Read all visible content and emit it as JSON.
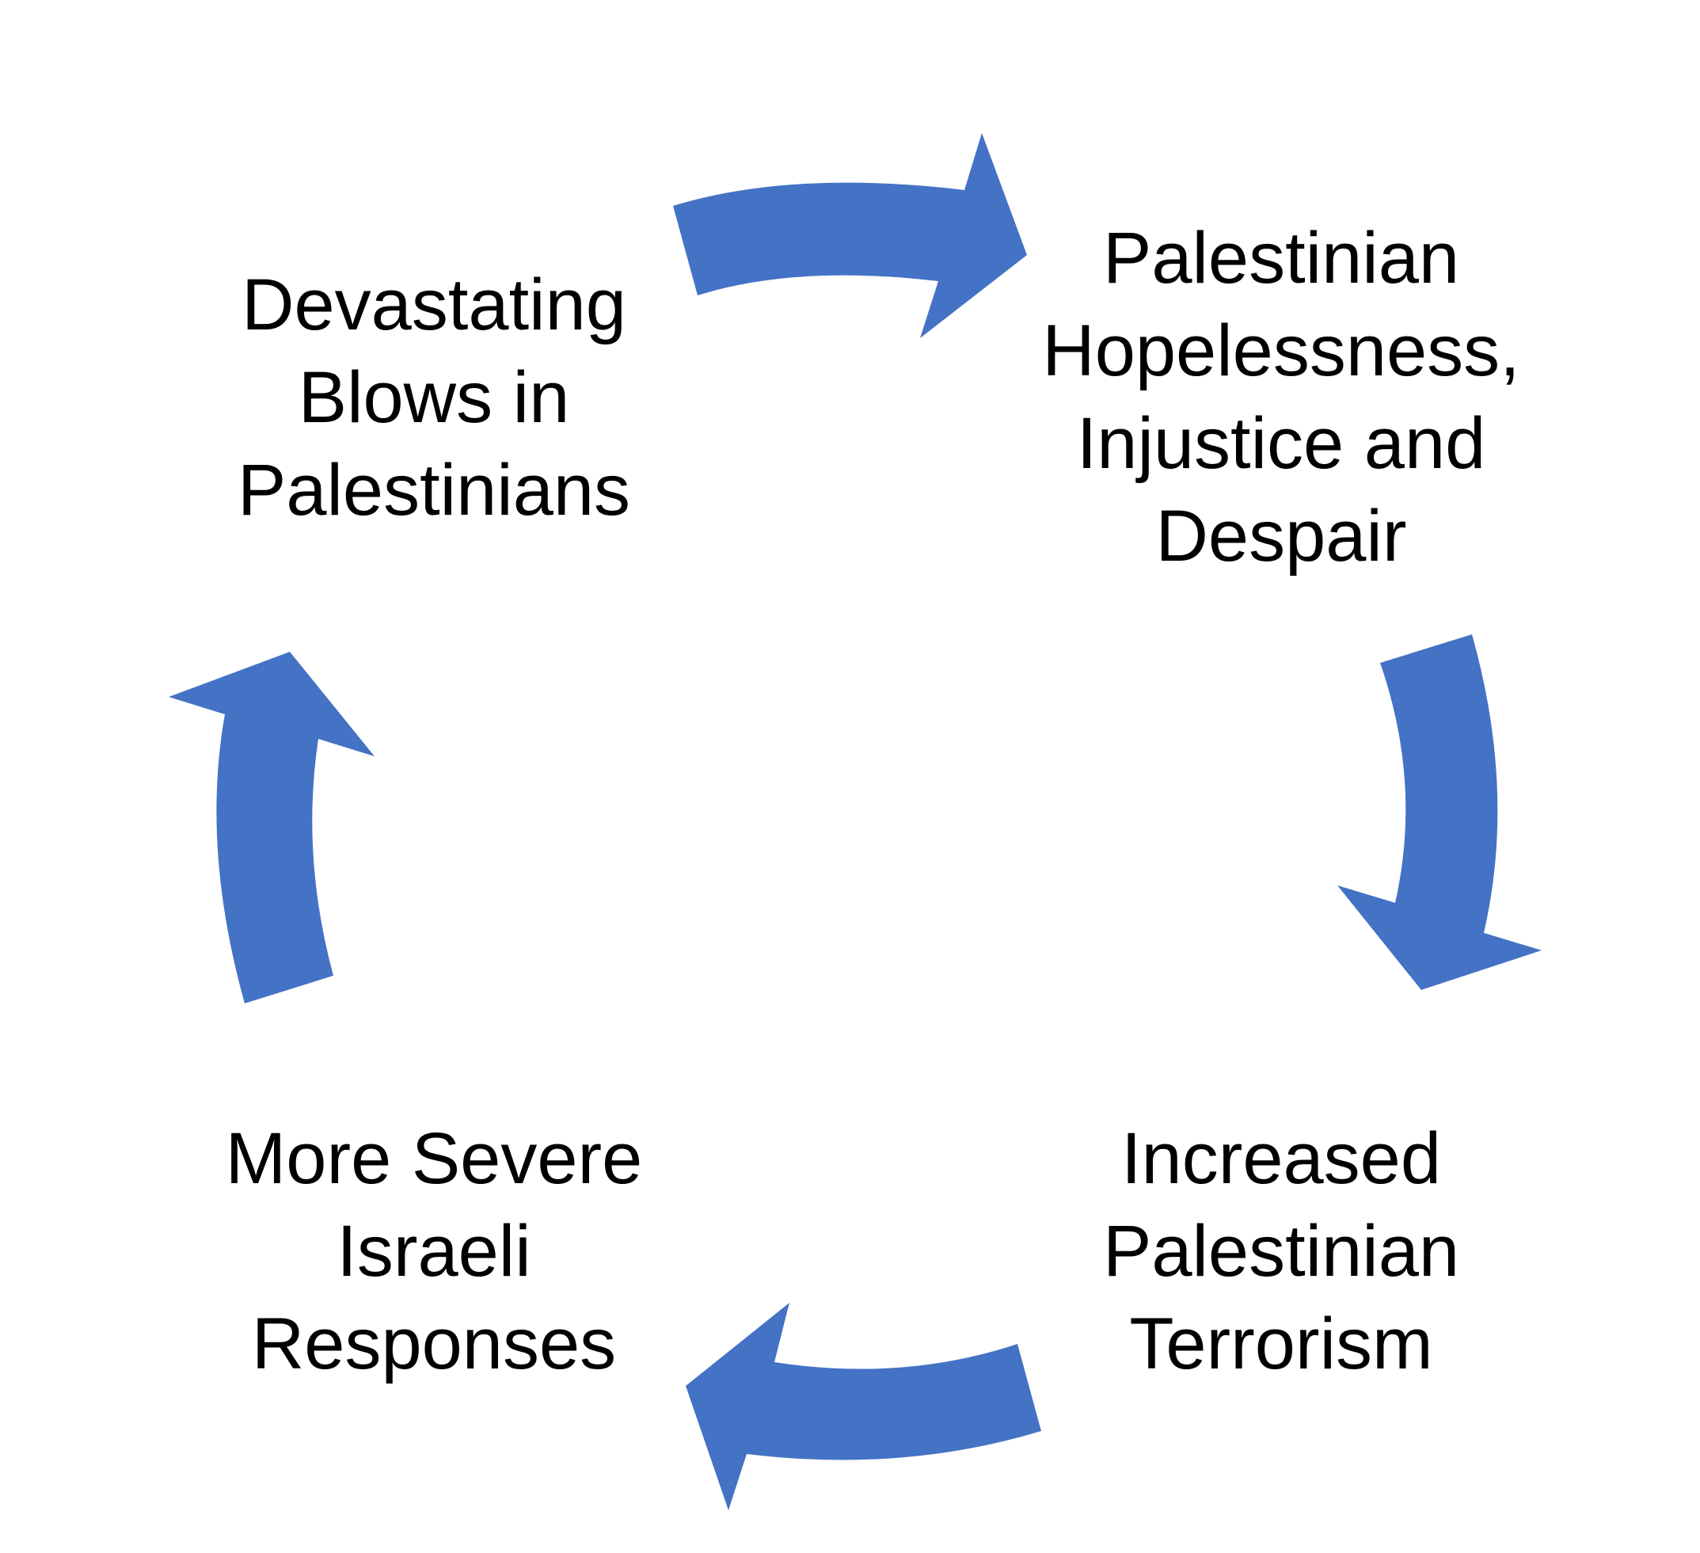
{
  "diagram": {
    "type": "cycle",
    "arrow_color": "#4472c4",
    "text_color": "#000000",
    "background": "#ffffff",
    "nodes": [
      {
        "id": "top-left",
        "lines": [
          "Devastating",
          "Blows in",
          "Palestinians"
        ]
      },
      {
        "id": "top-right",
        "lines": [
          "Palestinian",
          "Hopelessness,",
          "Injustice and",
          "Despair"
        ]
      },
      {
        "id": "bottom-right",
        "lines": [
          "Increased",
          "Palestinian",
          "Terrorism"
        ]
      },
      {
        "id": "bottom-left",
        "lines": [
          "More Severe",
          "Israeli",
          "Responses"
        ]
      }
    ],
    "flow": [
      {
        "from": "top-left",
        "to": "top-right"
      },
      {
        "from": "top-right",
        "to": "bottom-right"
      },
      {
        "from": "bottom-right",
        "to": "bottom-left"
      },
      {
        "from": "bottom-left",
        "to": "top-left"
      }
    ]
  }
}
